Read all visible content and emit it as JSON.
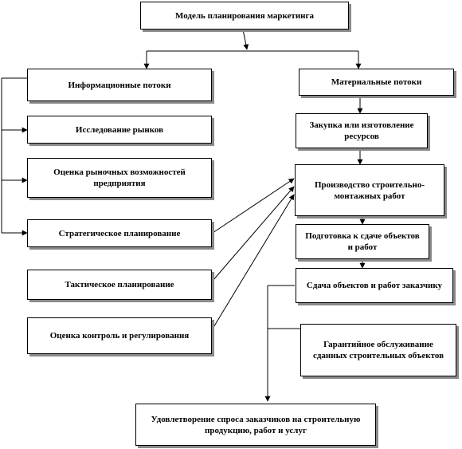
{
  "boxes": {
    "top": "Модель планирования маркетинга",
    "info": "Информационные потоки",
    "mat": "Материальные потоки",
    "research": "Исследование рынков",
    "purchase": "Закупка или изготовление ресурсов",
    "assess": "Оценка рыночных возможностей предприятия",
    "prod": "Производство строительно-монтажных работ",
    "strat": "Стратегическое планирование",
    "prep": "Подготовка к сдаче объектов и работ",
    "tact": "Тактическое планирование",
    "handover": "Сдача объектов и работ заказчику",
    "control": "Оценка контроль и регулирования",
    "warranty": "Гарантийное обслуживание сданных строительных объектов",
    "satisfy": "Удовлетворение спроса заказчиков на строительную продукцию, работ и услуг"
  }
}
